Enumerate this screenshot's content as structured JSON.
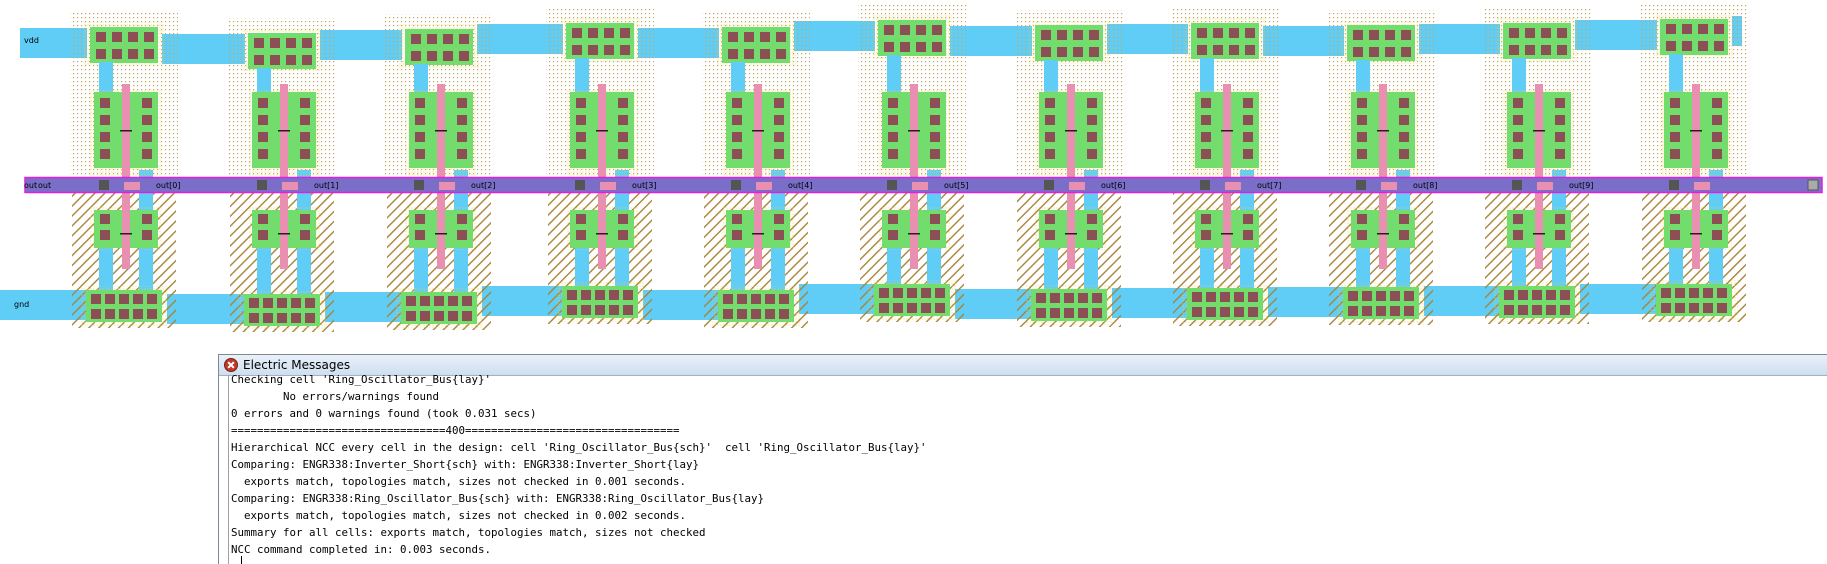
{
  "layout": {
    "vdd_label": "vdd",
    "gnd_label": "gnd",
    "bus_label_in": "out",
    "bus_label_left": "out",
    "inverter_outputs": [
      "out[0]",
      "out[1]",
      "out[2]",
      "out[3]",
      "out[4]",
      "out[5]",
      "out[6]",
      "out[7]",
      "out[8]",
      "out[9]"
    ],
    "colors": {
      "metal1": "#5fcdf6",
      "metal2": "#7a6ec8",
      "poly": "#e98fb1",
      "active": "#72dc6c",
      "select": "#f0e24c",
      "nwell": "#c9a55a",
      "contact": "#8c4f55",
      "hatch": "#a98437",
      "bus_outline": "#e020e0"
    }
  },
  "messages": {
    "window_title": "Electric Messages",
    "lines": [
      "Checking cell 'Ring_Oscillator_Bus{lay}'",
      "        No errors/warnings found",
      "0 errors and 0 warnings found (took 0.031 secs)",
      "=================================400=================================",
      "Hierarchical NCC every cell in the design: cell 'Ring_Oscillator_Bus{sch}'  cell 'Ring_Oscillator_Bus{lay}'",
      "Comparing: ENGR338:Inverter_Short{sch} with: ENGR338:Inverter_Short{lay}",
      "  exports match, topologies match, sizes not checked in 0.001 seconds.",
      "Comparing: ENGR338:Ring_Oscillator_Bus{sch} with: ENGR338:Ring_Oscillator_Bus{lay}",
      "  exports match, topologies match, sizes not checked in 0.002 seconds.",
      "Summary for all cells: exports match, topologies match, sizes not checked",
      "NCC command completed in: 0.003 seconds."
    ]
  }
}
